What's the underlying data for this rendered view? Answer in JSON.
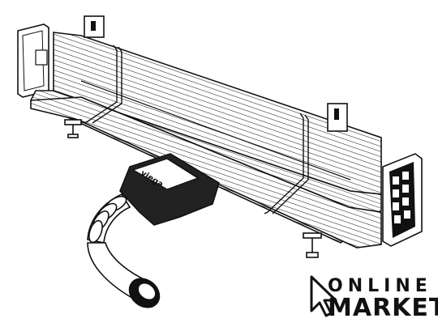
{
  "product": {
    "brand_marking": "viega"
  },
  "watermark": {
    "line1": "ONLINE",
    "line2": "MARKET",
    "icon": "cursor-arrow-icon"
  },
  "colors": {
    "ink": "#111111",
    "paper": "#ffffff",
    "shade": "#2a2a2a"
  }
}
